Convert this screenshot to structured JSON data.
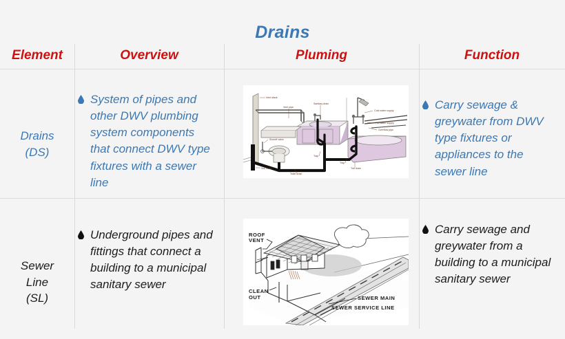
{
  "title": "Drains",
  "table": {
    "headers": [
      "Element",
      "Overview",
      "Pluming",
      "Function"
    ],
    "rows": [
      {
        "element": "Drains\n(DS)",
        "overview": "System of pipes and other DWV plumbing system components that connect DWV type fixtures with a sewer line",
        "function": "Carry sewage & greywater from DWV type fixtures or appliances to the sewer line",
        "figure": {
          "name": "dwv-bathroom-plumbing-diagram",
          "labels": [
            "Vent stack",
            "Vent pipe",
            "Sanitary drain",
            "Cold water supply",
            "Hot water supply",
            "Overflow pipe",
            "Shutoff valve",
            "Soil stack",
            "Toilet drain",
            "Trap",
            "Trap",
            "Tub drain"
          ]
        },
        "text_color": "#3b78b4"
      },
      {
        "element": "Sewer\nLine\n(SL)",
        "overview": "Underground pipes and fittings that connect a building to a municipal sanitary sewer",
        "function": "Carry sewage and greywater from a building to a municipal sanitary sewer",
        "figure": {
          "name": "house-sewer-service-line-diagram",
          "labels": [
            "ROOF",
            "VENT",
            "CLEAN",
            "OUT",
            "SEWER  MAIN",
            "SEWER  SERVICE  LINE"
          ]
        },
        "text_color": "#1c1c1c"
      }
    ]
  },
  "colors": {
    "title": "#3b78b4",
    "header": "#cc1111",
    "row1_text": "#3b78b4",
    "row2_text": "#1c1c1c",
    "background": "#f4f4f4",
    "grid_line": "#d8d8d8"
  }
}
